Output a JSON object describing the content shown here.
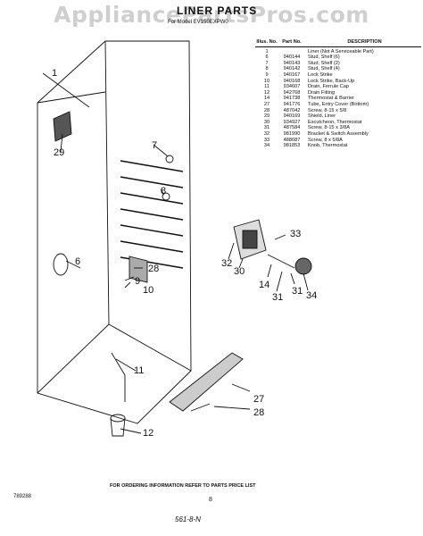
{
  "watermark": "AppliancePartsPros.com",
  "title": "LINER PARTS",
  "model_line": "For Model EV150EXPW0",
  "table": {
    "headers": {
      "illus": "Illus. No.",
      "part": "Part No.",
      "desc": "DESCRIPTION"
    },
    "rows": [
      {
        "illus": "1",
        "part": "",
        "desc": "Liner (Not A Serviceable Part)"
      },
      {
        "illus": "6",
        "part": "940144",
        "desc": "Stud, Shelf (6)"
      },
      {
        "illus": "7",
        "part": "940143",
        "desc": "Stud, Shelf (2)"
      },
      {
        "illus": "8",
        "part": "940142",
        "desc": "Stud, Shelf (4)"
      },
      {
        "illus": "9",
        "part": "940167",
        "desc": "Lock Strike"
      },
      {
        "illus": "10",
        "part": "940168",
        "desc": "Lock Strike, Back-Up"
      },
      {
        "illus": "11",
        "part": "934607",
        "desc": "Drain, Ferrule Cap"
      },
      {
        "illus": "12",
        "part": "942768",
        "desc": "Drain Fitting"
      },
      {
        "illus": "14",
        "part": "941738",
        "desc": "Thermostat & Barrier"
      },
      {
        "illus": "27",
        "part": "941776",
        "desc": "Tube, Entry Cover (Bottom)"
      },
      {
        "illus": "28",
        "part": "487042",
        "desc": "Screw, 8-15 x 5/8"
      },
      {
        "illus": "29",
        "part": "940169",
        "desc": "Shield, Liner"
      },
      {
        "illus": "30",
        "part": "934927",
        "desc": "Escutcheon, Thermostat"
      },
      {
        "illus": "31",
        "part": "487584",
        "desc": "Screw, 8-15 x 3/8A"
      },
      {
        "illus": "32",
        "part": "981990",
        "desc": "Bracket & Switch Assembly"
      },
      {
        "illus": "33",
        "part": "488687",
        "desc": "Screw, 8 x 5/8A"
      },
      {
        "illus": "34",
        "part": "981853",
        "desc": "Knob, Thermostat"
      }
    ]
  },
  "callouts": {
    "c1": "1",
    "c29": "29",
    "c7": "7",
    "c8": "8",
    "c6": "6",
    "c28a": "28",
    "c9": "9",
    "c10": "10",
    "c11": "11",
    "c12": "12",
    "c33": "33",
    "c32": "32",
    "c30": "30",
    "c14": "14",
    "c31a": "31",
    "c31b": "31",
    "c34": "34",
    "c27": "27",
    "c28b": "28"
  },
  "footer_text": "FOR ORDERING INFORMATION REFER TO PARTS PRICE LIST",
  "code": "789288",
  "page_number": "8",
  "handwritten_note": "561-8-N"
}
